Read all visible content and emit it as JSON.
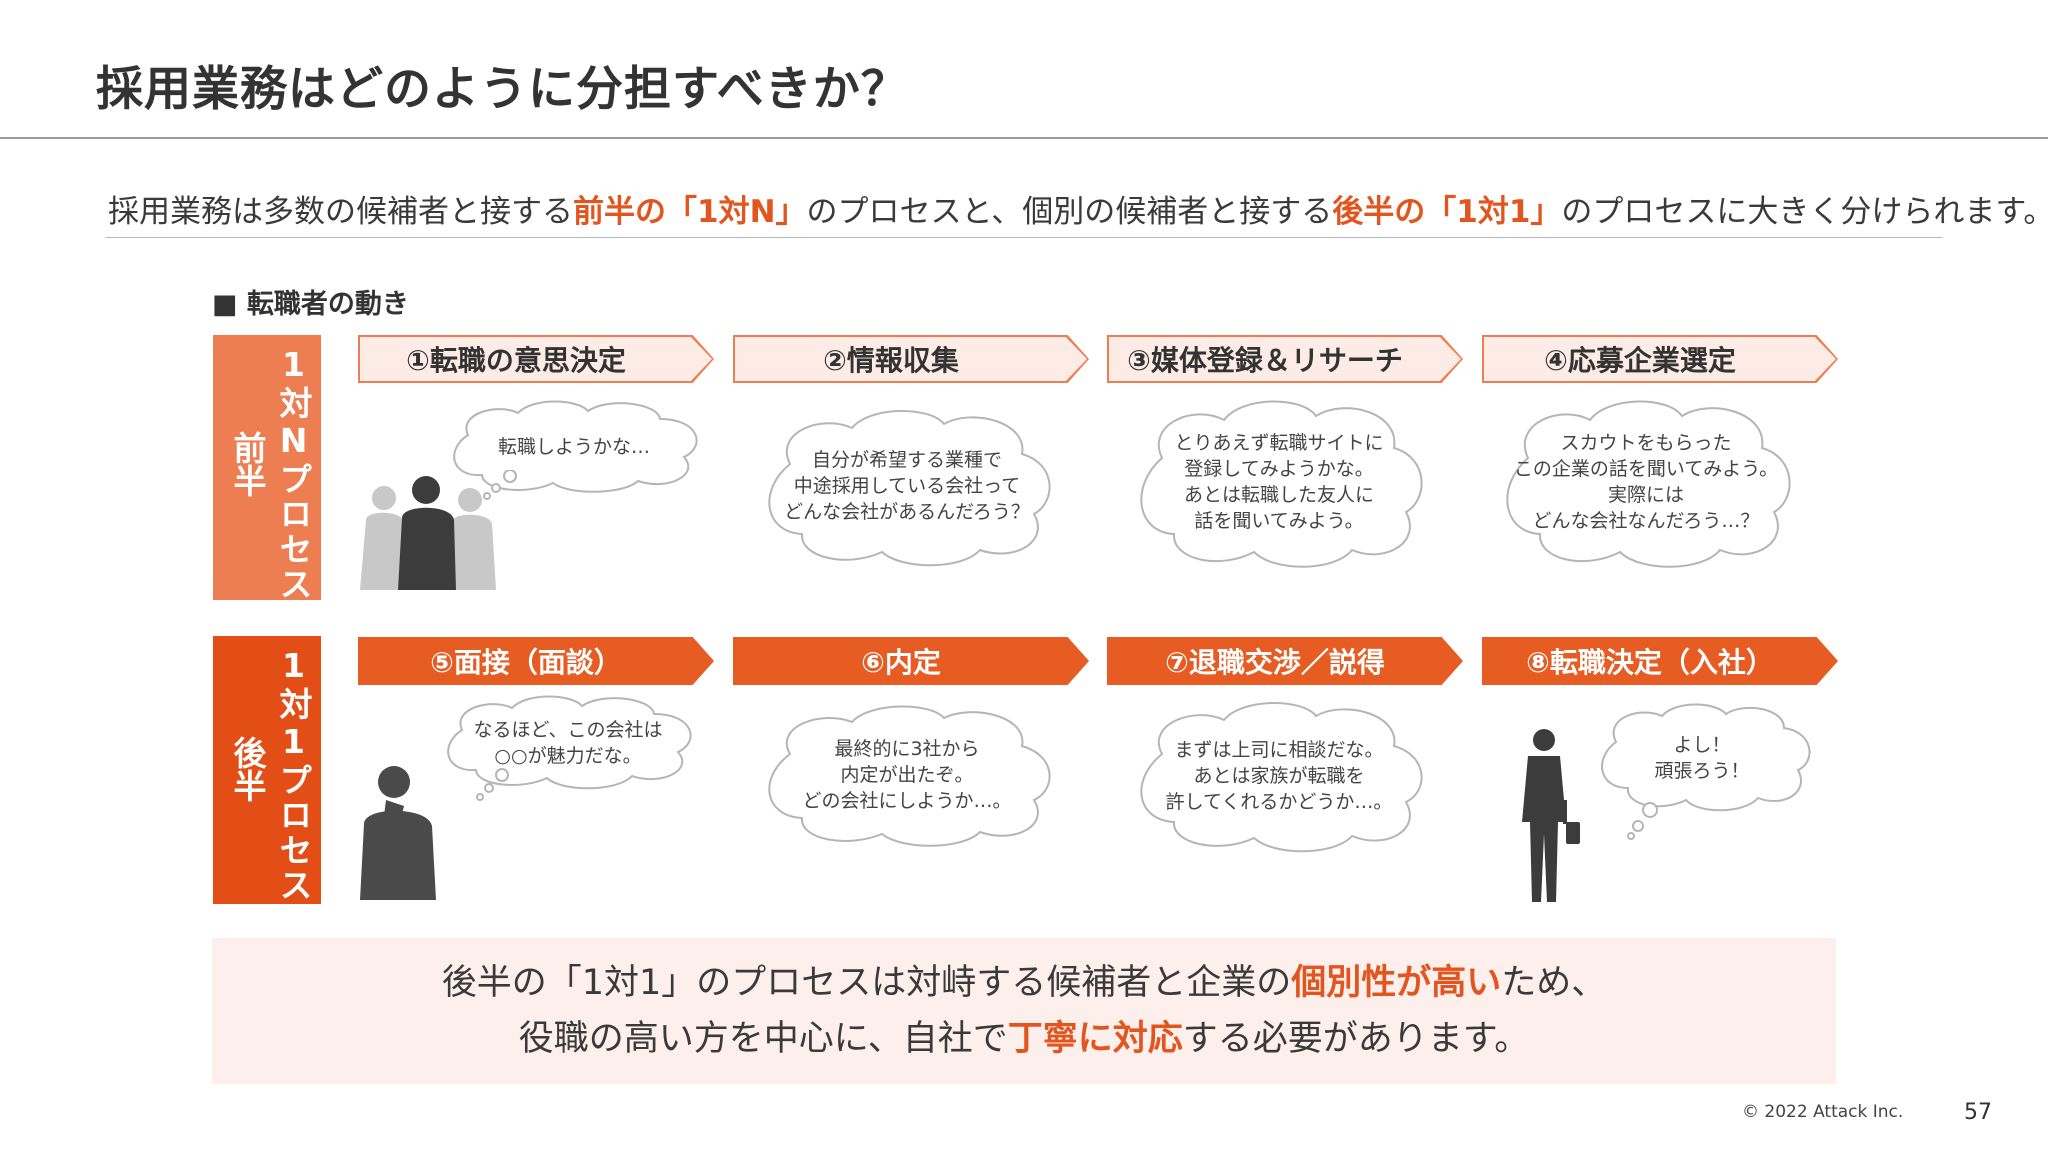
{
  "title": "採用業務はどのように分担すべきか？",
  "subtitle": {
    "part1": "採用業務は多数の候補者と接する",
    "hl1": "前半の「1対N」",
    "part2": "のプロセスと、個別の候補者と接する",
    "hl2": "後半の「1対1」",
    "part3": "のプロセスに大きく分けられます。"
  },
  "section_label": "■ 転職者の動き",
  "bands": {
    "early": {
      "phase": "前半",
      "process": "1対Nプロセス"
    },
    "late": {
      "phase": "後半",
      "process": "1対1プロセス"
    }
  },
  "steps": [
    "①転職の意思決定",
    "②情報収集",
    "③媒体登録＆リサーチ",
    "④応募企業選定",
    "⑤面接（面談）",
    "⑥内定",
    "⑦退職交渉／説得",
    "⑧転職決定（入社）"
  ],
  "bubbles": [
    "転職しようかな…",
    "自分が希望する業種で\n中途採用している会社って\nどんな会社があるんだろう？",
    "とりあえず転職サイトに\n登録してみようかな。\nあとは転職した友人に\n話を聞いてみよう。",
    "スカウトをもらった\nこの企業の話を聞いてみよう。\n実際には\nどんな会社なんだろう…？",
    "なるほど、この会社は\n○○が魅力だな。",
    "最終的に3社から\n内定が出たぞ。\nどの会社にしようか…。",
    "まずは上司に相談だな。\nあとは家族が転職を\n許してくれるかどうか…。",
    "よし！\n頑張ろう！"
  ],
  "bottom": {
    "line1_a": "後半の「1対1」のプロセスは対峙する候補者と企業の",
    "line1_hl": "個別性が高い",
    "line1_b": "ため、",
    "line2_a": "役職の高い方を中心に、自社で",
    "line2_hl": "丁寧に対応",
    "line2_b": "する必要があります。"
  },
  "footer": {
    "copyright": "© 2022 Attack Inc.",
    "page": "57"
  },
  "colors": {
    "accent": "#e2551f",
    "early": "#ec7e52",
    "late": "#e24e16",
    "bottom_bg": "#fdefeb"
  }
}
